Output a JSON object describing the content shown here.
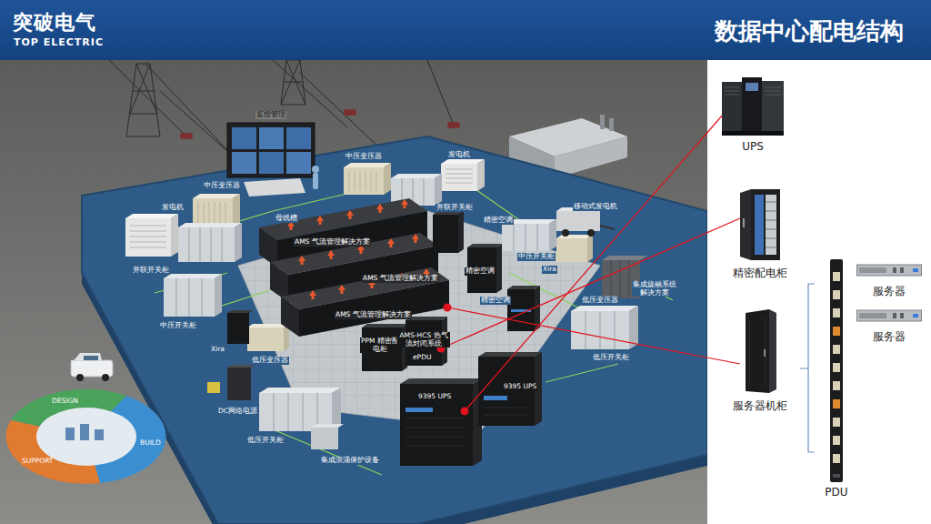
{
  "diagram": {
    "title": "数据中心配电结构",
    "nodes": [
      {
        "text": [
          "UPS"
        ]
      },
      {
        "text": [
          "精密配电柜"
        ]
      },
      {
        "text": [
          "服务器机柜"
        ]
      },
      {
        "text": [
          "PDU"
        ]
      },
      {
        "text": [
          "服务器"
        ]
      },
      {
        "text": [
          "服务器"
        ]
      }
    ],
    "labels": [
      "突破电气",
      "TOP ELECTRIC",
      "监控管理",
      "中压变压器",
      "发电机",
      "中压变压器",
      "发电机",
      "母线槽",
      "并联开关柜",
      "精密空调",
      "移动式发电机",
      "并联开关柜",
      "AMS 气流管理解决方案",
      "AMS 气流管理解决方案",
      "AMS 气流管理解决方案",
      "中压开关柜",
      "Xira",
      "精密空调",
      "低压变压器",
      "集成旋融系统解决方案",
      "中压开关柜",
      "精密空调",
      "PPM 精密配电柜",
      "AMS-HCS 热气流封闭系统",
      "ePDU",
      "Xira",
      "低压变压器",
      "9395 UPS",
      "9395 UPS",
      "低压开关柜",
      "DC网络电源",
      "低压开关柜",
      "集成浪涌保护设备",
      "DESIGN",
      "BUILD",
      "SUPPORT"
    ]
  }
}
